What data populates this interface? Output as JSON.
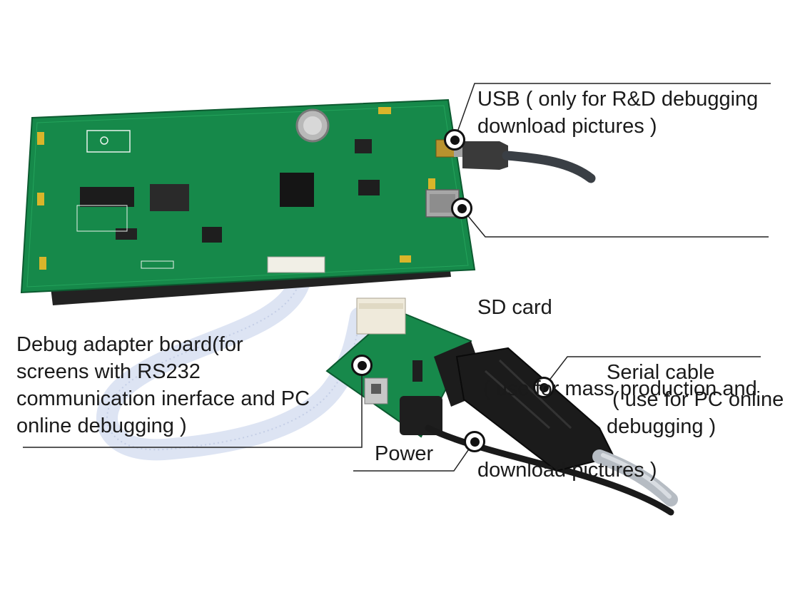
{
  "callouts": {
    "usb": {
      "line1": "USB ( only for R&D debugging",
      "line2": "download pictures )"
    },
    "sd": {
      "line1": "SD card",
      "line2": " ( use for mass production and",
      "line3": "download pictures )"
    },
    "debug": {
      "line1": "Debug adapter board(for",
      "line2": "screens with RS232",
      "line3": "communication inerface and PC",
      "line4": "online debugging )"
    },
    "serial": {
      "line1": "Serial cable",
      "line2": " ( use for PC online",
      "line3": "debugging )"
    },
    "power": {
      "line1": "Power"
    }
  },
  "colors": {
    "pcb": "#16894a",
    "pcb_dark": "#0e6a38",
    "ribbon": "#dfe6f4",
    "cable": "#2b2b2b"
  }
}
